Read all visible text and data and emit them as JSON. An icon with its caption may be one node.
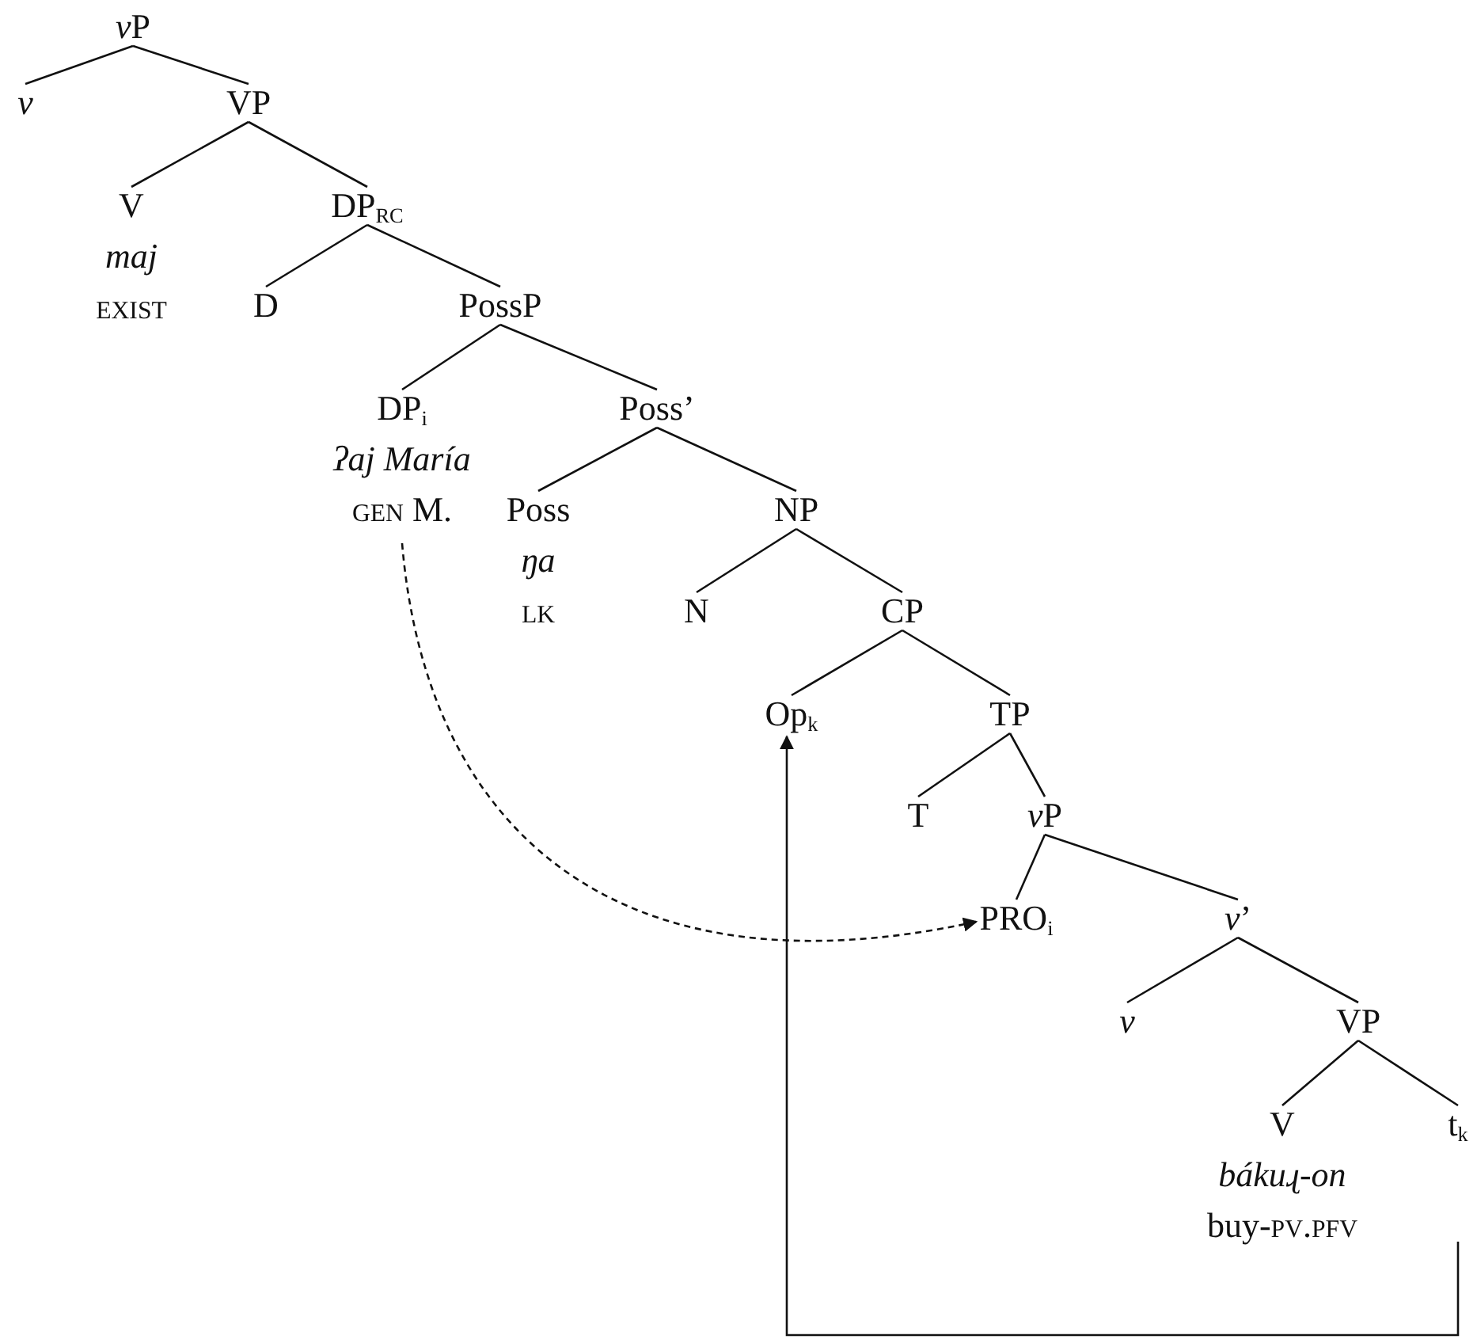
{
  "diagram": {
    "nodes": [
      {
        "text": [
          "vP"
        ]
      },
      {
        "text": [
          "*v*"
        ]
      },
      {
        "text": [
          "VP"
        ]
      },
      {
        "text": [
          "V",
          "maj",
          "EXIST"
        ]
      },
      {
        "text": [
          "DP$_{RC}$"
        ]
      },
      {
        "text": [
          "D"
        ]
      },
      {
        "text": [
          "PossP"
        ]
      },
      {
        "text": [
          "DP$_{i}$",
          "ʔaj María",
          "GEN M."
        ]
      },
      {
        "text": [
          "Poss’"
        ]
      },
      {
        "text": [
          "Poss",
          "ŋa",
          "LK"
        ]
      },
      {
        "text": [
          "NP"
        ]
      },
      {
        "text": [
          "N"
        ]
      },
      {
        "text": [
          "CP"
        ]
      },
      {
        "text": [
          "Op$_{k}$"
        ]
      },
      {
        "text": [
          "TP"
        ]
      },
      {
        "text": [
          "T"
        ]
      },
      {
        "text": [
          "vP"
        ]
      },
      {
        "text": [
          "PRO$_{i}$"
        ]
      },
      {
        "text": [
          "*v*’"
        ]
      },
      {
        "text": [
          "*v*"
        ]
      },
      {
        "text": [
          "VP"
        ]
      },
      {
        "text": [
          "V",
          "bákuɻ-on",
          "buy-PV.PFV"
        ]
      },
      {
        "text": [
          "t$_{k}$"
        ]
      }
    ],
    "edges": [
      {
        "from": 0,
        "to": 1,
        "arrow": "none"
      },
      {
        "from": 0,
        "to": 2,
        "arrow": "none"
      },
      {
        "from": 2,
        "to": 3,
        "arrow": "none"
      },
      {
        "from": 2,
        "to": 4,
        "arrow": "none"
      },
      {
        "from": 4,
        "to": 5,
        "arrow": "none"
      },
      {
        "from": 4,
        "to": 6,
        "arrow": "none"
      },
      {
        "from": 6,
        "to": 7,
        "arrow": "none"
      },
      {
        "from": 6,
        "to": 8,
        "arrow": "none"
      },
      {
        "from": 8,
        "to": 9,
        "arrow": "none"
      },
      {
        "from": 8,
        "to": 10,
        "arrow": "none"
      },
      {
        "from": 10,
        "to": 11,
        "arrow": "none"
      },
      {
        "from": 10,
        "to": 12,
        "arrow": "none"
      },
      {
        "from": 12,
        "to": 13,
        "arrow": "none"
      },
      {
        "from": 12,
        "to": 14,
        "arrow": "none"
      },
      {
        "from": 14,
        "to": 15,
        "arrow": "none"
      },
      {
        "from": 14,
        "to": 16,
        "arrow": "none"
      },
      {
        "from": 16,
        "to": 17,
        "arrow": "none"
      },
      {
        "from": 16,
        "to": 18,
        "arrow": "none"
      },
      {
        "from": 18,
        "to": 19,
        "arrow": "none"
      },
      {
        "from": 18,
        "to": 20,
        "arrow": "none"
      },
      {
        "from": 20,
        "to": 21,
        "arrow": "none"
      },
      {
        "from": 20,
        "to": 22,
        "arrow": "none"
      },
      {
        "from": 7,
        "to": 17,
        "arrow": "to",
        "style": "dashed"
      },
      {
        "from": 22,
        "to": 13,
        "arrow": "to"
      }
    ]
  }
}
